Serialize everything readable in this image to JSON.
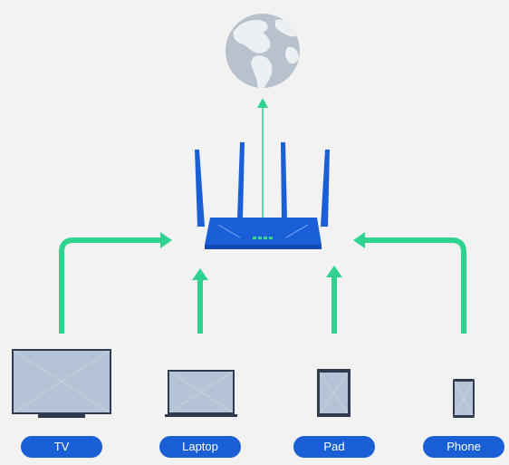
{
  "colors": {
    "background": "#f2f2f2",
    "router": "#1a5fd6",
    "router_dark": "#1149b0",
    "router_led": "#39d98a",
    "arrow": "#2fd38f",
    "device_frame": "#2f3a4f",
    "device_screen": "#b4c3d6",
    "globe_ocean": "#b7c2cc",
    "globe_land": "#ecf0f3",
    "pill": "#1a5fd6",
    "pill_text": "#ffffff"
  },
  "icons": {
    "globe": "internet-globe-icon",
    "router": "wifi-router-icon",
    "tv": "tv-icon",
    "laptop": "laptop-icon",
    "pad": "tablet-icon",
    "phone": "phone-icon"
  },
  "devices": [
    {
      "id": "tv",
      "label": "TV"
    },
    {
      "id": "laptop",
      "label": "Laptop"
    },
    {
      "id": "pad",
      "label": "Pad"
    },
    {
      "id": "phone",
      "label": "Phone"
    }
  ]
}
